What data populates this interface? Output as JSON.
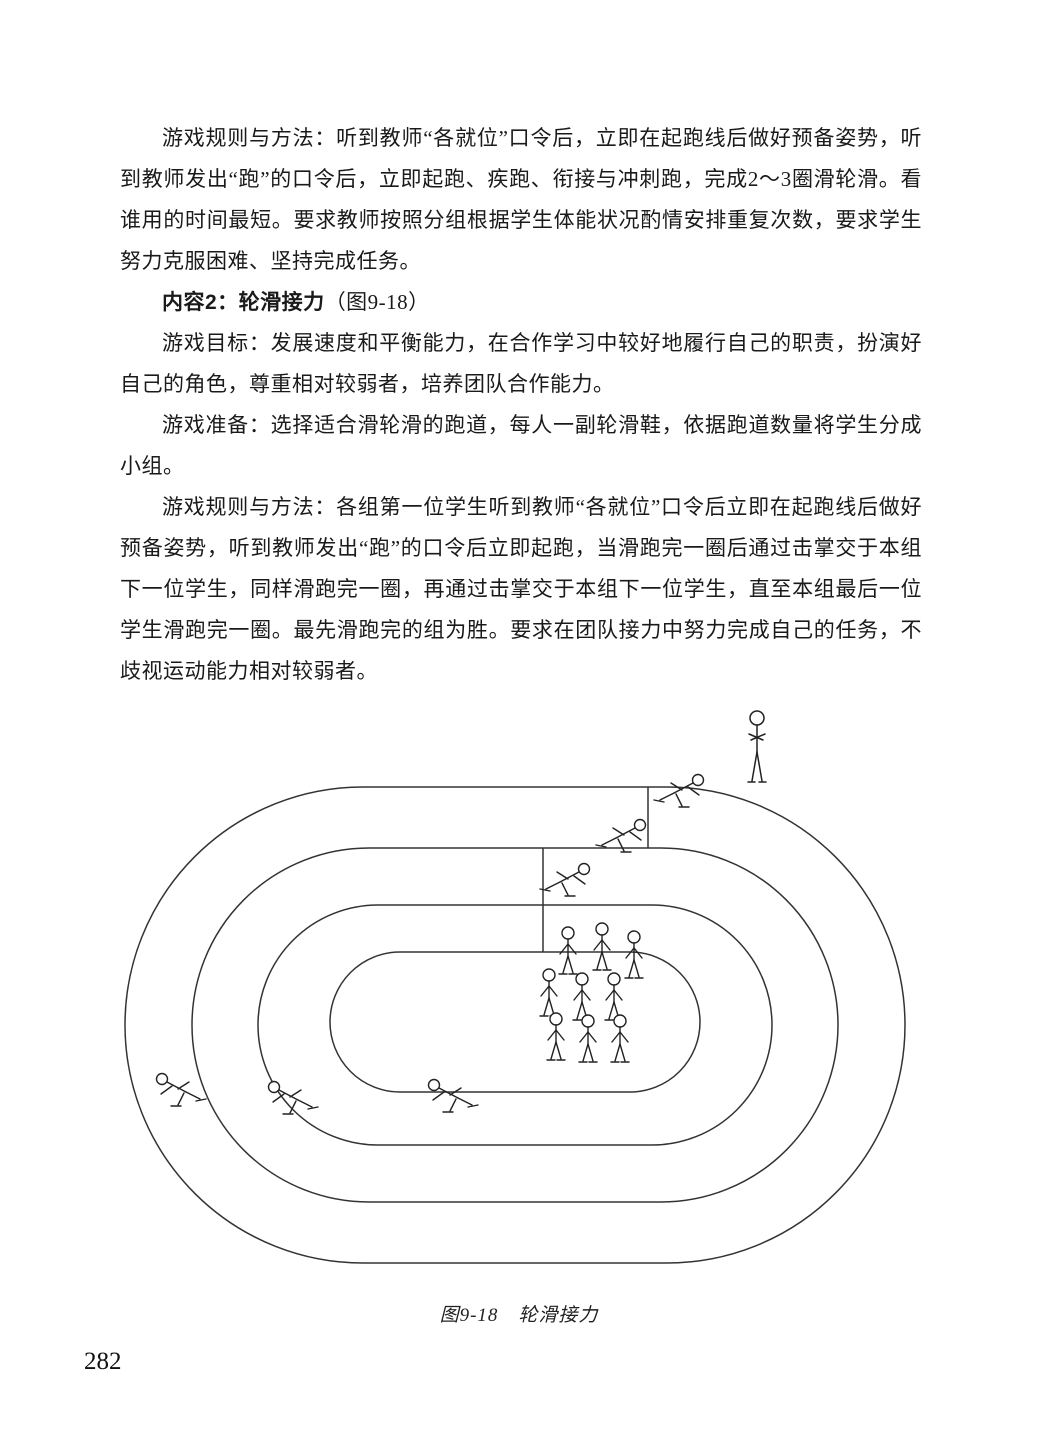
{
  "page": {
    "number": "282"
  },
  "content": {
    "p1": "游戏规则与方法：听到教师“各就位”口令后，立即在起跑线后做好预备姿势，听到教师发出“跑”的口令后，立即起跑、疾跑、衔接与冲刺跑，完成2～3圈滑轮滑。看谁用的时间最短。要求教师按照分组根据学生体能状况酌情安排重复次数，要求学生努力克服困难、坚持完成任务。",
    "heading_main": "内容2：轮滑接力",
    "heading_ref": "（图9-18）",
    "p2": "游戏目标：发展速度和平衡能力，在合作学习中较好地履行自己的职责，扮演好自己的角色，尊重相对较弱者，培养团队合作能力。",
    "p3": "游戏准备：选择适合滑轮滑的跑道，每人一副轮滑鞋，依据跑道数量将学生分成小组。",
    "p4": "游戏规则与方法：各组第一位学生听到教师“各就位”口令后立即在起跑线后做好预备姿势，听到教师发出“跑”的口令后立即起跑，当滑跑完一圈后通过击掌交于本组下一位学生，同样滑跑完一圈，再通过击掌交于本组下一位学生，直至本组最后一位学生滑跑完一圈。最先滑跑完的组为胜。要求在团队接力中努力完成自己的任务，不歧视运动能力相对较弱者。",
    "figure_caption": "图9-18　轮滑接力"
  },
  "figure": {
    "description": "oval-roller-skating-track-with-four-lanes",
    "lanes": 4,
    "icons": [
      "teacher-figure",
      "skater-skating-figure",
      "skater-standing-figure",
      "track-oval",
      "start-line"
    ]
  }
}
